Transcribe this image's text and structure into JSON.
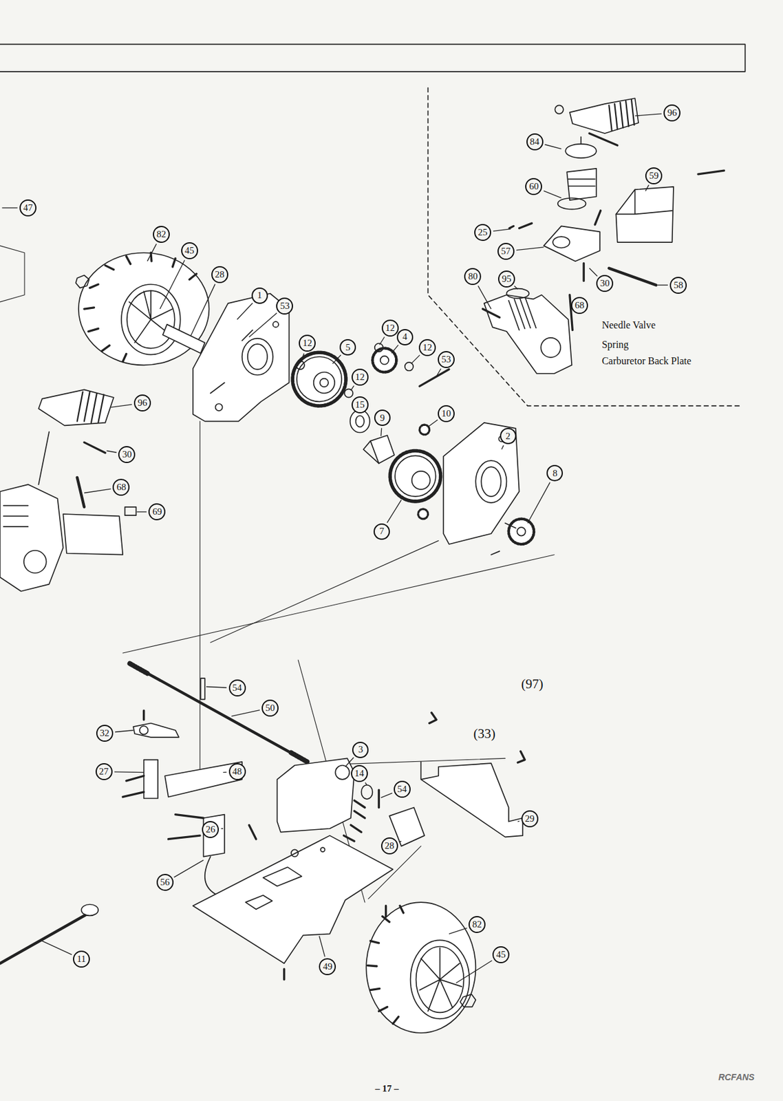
{
  "diagram": {
    "nodes": [
      {
        "text": [
          "96"
        ]
      },
      {
        "text": [
          "84"
        ]
      },
      {
        "text": [
          "59"
        ]
      },
      {
        "text": [
          "60"
        ]
      },
      {
        "text": [
          "25"
        ]
      },
      {
        "text": [
          "57"
        ]
      },
      {
        "text": [
          "80"
        ]
      },
      {
        "text": [
          "95"
        ]
      },
      {
        "text": [
          "30"
        ]
      },
      {
        "text": [
          "58"
        ]
      },
      {
        "text": [
          "68"
        ]
      },
      {
        "text": [
          "47"
        ]
      },
      {
        "text": [
          "82"
        ]
      },
      {
        "text": [
          "45"
        ]
      },
      {
        "text": [
          "28"
        ]
      },
      {
        "text": [
          "1"
        ]
      },
      {
        "text": [
          "53"
        ]
      },
      {
        "text": [
          "12"
        ]
      },
      {
        "text": [
          "5"
        ]
      },
      {
        "text": [
          "12"
        ]
      },
      {
        "text": [
          "4"
        ]
      },
      {
        "text": [
          "12"
        ]
      },
      {
        "text": [
          "53"
        ]
      },
      {
        "text": [
          "12"
        ]
      },
      {
        "text": [
          "15"
        ]
      },
      {
        "text": [
          "9"
        ]
      },
      {
        "text": [
          "10"
        ]
      },
      {
        "text": [
          "2"
        ]
      },
      {
        "text": [
          "8"
        ]
      },
      {
        "text": [
          "7"
        ]
      },
      {
        "text": [
          "96"
        ]
      },
      {
        "text": [
          "30"
        ]
      },
      {
        "text": [
          "68"
        ]
      },
      {
        "text": [
          "69"
        ]
      },
      {
        "text": [
          "54"
        ]
      },
      {
        "text": [
          "50"
        ]
      },
      {
        "text": [
          "32"
        ]
      },
      {
        "text": [
          "48"
        ]
      },
      {
        "text": [
          "27"
        ]
      },
      {
        "text": [
          "3"
        ]
      },
      {
        "text": [
          "14"
        ]
      },
      {
        "text": [
          "54"
        ]
      },
      {
        "text": [
          "26"
        ]
      },
      {
        "text": [
          "29"
        ]
      },
      {
        "text": [
          "28"
        ]
      },
      {
        "text": [
          "56"
        ]
      },
      {
        "text": [
          "82"
        ]
      },
      {
        "text": [
          "45"
        ]
      },
      {
        "text": [
          "49"
        ]
      },
      {
        "text": [
          "11"
        ]
      }
    ],
    "labels": [
      "Needle Valve",
      "Spring",
      "Carburetor Back Plate",
      "(97)",
      "(33)",
      "– 17 –",
      "RCFANS"
    ]
  }
}
